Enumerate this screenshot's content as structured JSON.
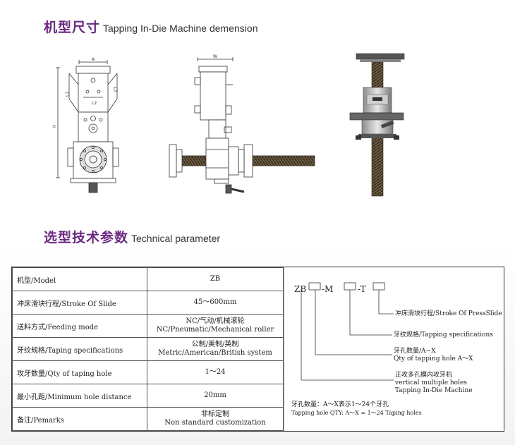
{
  "section1": {
    "title_zh": "机型尺寸",
    "title_en": "Tapping In-Die Machine demension"
  },
  "section2": {
    "title_zh": "选型技术参数",
    "title_en": "Technical parameter"
  },
  "drawing": {
    "front_labels": [
      "A",
      "L1",
      "L2",
      "L3",
      "H"
    ],
    "side_label": "W"
  },
  "specs": [
    {
      "label": "机型/Model",
      "value": [
        "ZB"
      ]
    },
    {
      "label": "冲床滑块行程/Stroke Of Slide",
      "value": [
        "45～600mm"
      ]
    },
    {
      "label": "送料方式/Feeding mode",
      "value": [
        "NC/气动/机械滚轮",
        "NC/Pneumatic/Mechanical roller"
      ]
    },
    {
      "label": "牙纹规格/Taping specifications",
      "value": [
        "公制/美制/英制",
        "Metric/American/British system"
      ]
    },
    {
      "label": "攻牙数量/Qty of taping hole",
      "value": [
        "1～24"
      ]
    },
    {
      "label": "最小孔距/Minimum hole distance",
      "value": [
        "20mm"
      ]
    },
    {
      "label": "备注/Pemarks",
      "value": [
        "非标定制",
        "Non standard customization"
      ]
    }
  ],
  "code": {
    "zb": "ZB",
    "m": "-M",
    "t": "-T",
    "labels": [
      {
        "zh": "冲床滑块行程/Stroke Of PressSlide",
        "en": ""
      },
      {
        "zh": "牙纹规格/Tapping specifications",
        "en": ""
      },
      {
        "zh": "牙孔数量/A~X",
        "en": "Qty of tapping hole A～X"
      },
      {
        "zh": "正攻多孔模内攻牙机",
        "en": "vertical multiple holes",
        "en2": "Tapping In-Die Machine"
      }
    ],
    "note_zh": "牙孔数量：A～X表示1～24个牙孔",
    "note_en": "Tapping hole QTY: A～X = 1～24 Taping holes"
  }
}
